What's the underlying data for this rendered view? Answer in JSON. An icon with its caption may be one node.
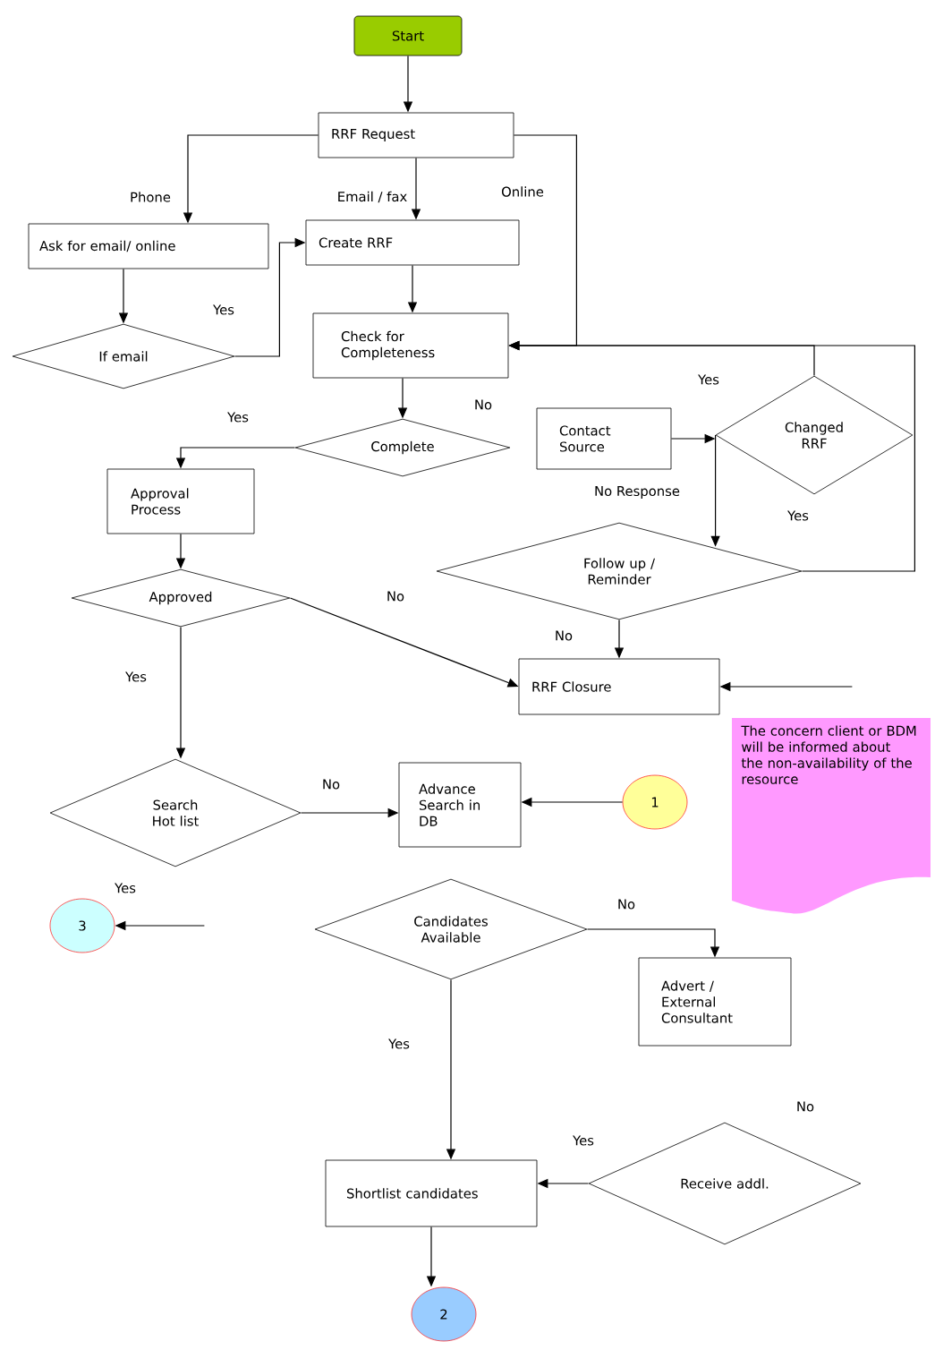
{
  "diagram": {
    "nodes": [
      {
        "text": [
          "Start"
        ]
      },
      {
        "text": [
          "RRF Request"
        ]
      },
      {
        "text": [
          "Ask for email/ online"
        ]
      },
      {
        "text": [
          "Create RRF"
        ]
      },
      {
        "text": [
          "If email"
        ]
      },
      {
        "text": [
          "Check for Completeness"
        ]
      },
      {
        "text": [
          "Complete"
        ]
      },
      {
        "text": [
          "Contact Source"
        ]
      },
      {
        "text": [
          "Changed RRF"
        ]
      },
      {
        "text": [
          "Approval Process"
        ]
      },
      {
        "text": [
          "Follow up / Reminder"
        ]
      },
      {
        "text": [
          "Approved"
        ]
      },
      {
        "text": [
          "RRF Closure"
        ]
      },
      {
        "text": [
          "The concern client or BDM will be informed about the non-availability of the resource"
        ]
      },
      {
        "text": [
          "Search Hot list"
        ]
      },
      {
        "text": [
          "Advance Search in DB"
        ]
      },
      {
        "text": [
          "1"
        ]
      },
      {
        "text": [
          "3"
        ]
      },
      {
        "text": [
          "Candidates Available"
        ]
      },
      {
        "text": [
          "Advert / External Consultant"
        ]
      },
      {
        "text": [
          "Receive addl."
        ]
      },
      {
        "text": [
          "Shortlist candidates"
        ]
      },
      {
        "text": [
          "2"
        ]
      }
    ],
    "edges": [
      {
        "from": 0,
        "to": 1,
        "arrow": "to"
      },
      {
        "from": 1,
        "to": 2,
        "arrow": "to",
        "label": "Phone"
      },
      {
        "from": 1,
        "to": 3,
        "arrow": "to",
        "label": "Email / fax"
      },
      {
        "from": 1,
        "to": 5,
        "arrow": "to",
        "label": "Online"
      },
      {
        "from": 2,
        "to": 4,
        "arrow": "to"
      },
      {
        "from": 4,
        "to": 3,
        "arrow": "to",
        "label": "Yes"
      },
      {
        "from": 3,
        "to": 5,
        "arrow": "to"
      },
      {
        "from": 5,
        "to": 6,
        "arrow": "to"
      },
      {
        "from": 6,
        "to": 9,
        "arrow": "to",
        "label": "Yes"
      },
      {
        "from": 7,
        "to": 8,
        "arrow": "to"
      },
      {
        "from": 8,
        "to": 5,
        "arrow": "to",
        "label": "Yes"
      },
      {
        "from": 8,
        "to": 10,
        "arrow": "to",
        "label": "No Response"
      },
      {
        "from": 10,
        "to": 5,
        "arrow": "to",
        "label": "Yes"
      },
      {
        "from": 10,
        "to": 12,
        "arrow": "to",
        "label": "No"
      },
      {
        "from": 11,
        "to": 12,
        "arrow": "to",
        "label": "No"
      },
      {
        "from": 9,
        "to": 11,
        "arrow": "to"
      },
      {
        "from": 11,
        "to": 14,
        "arrow": "to",
        "label": "Yes"
      },
      {
        "from": 14,
        "to": 15,
        "arrow": "to",
        "label": "No"
      },
      {
        "from": 16,
        "to": 15,
        "arrow": "to"
      },
      {
        "from": null,
        "to": 12,
        "arrow": "to"
      },
      {
        "from": null,
        "to": 17,
        "arrow": "to",
        "label": "Yes"
      },
      {
        "from": 18,
        "to": 19,
        "arrow": "to",
        "label": "No"
      },
      {
        "from": 18,
        "to": 21,
        "arrow": "to",
        "label": "Yes"
      },
      {
        "from": 20,
        "to": 21,
        "arrow": "to",
        "label": "Yes"
      },
      {
        "from": 21,
        "to": 22,
        "arrow": "to"
      }
    ],
    "labels": [
      "No",
      "No"
    ]
  }
}
